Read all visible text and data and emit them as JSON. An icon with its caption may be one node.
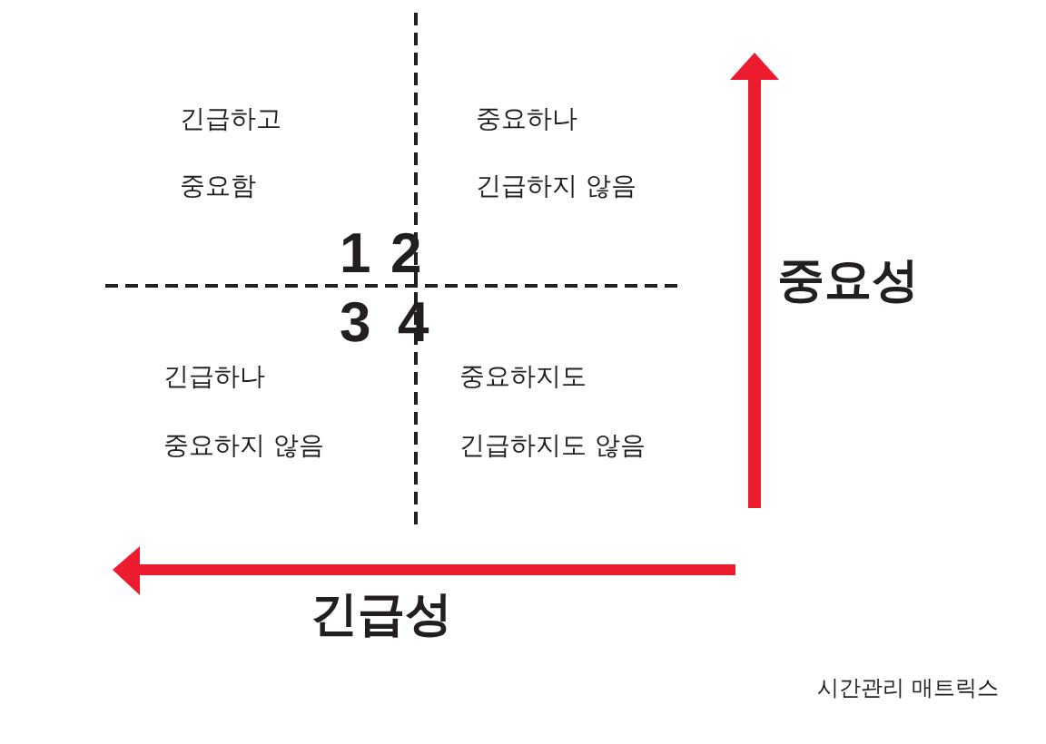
{
  "diagram": {
    "caption": "시간관리 매트릭스",
    "labels": [
      "긴급하고",
      "중요하나",
      "중요함",
      "긴급하지 않음",
      "1",
      "2",
      "중요성",
      "3",
      "4",
      "긴급하나",
      "중요하지도",
      "중요하지 않음",
      "긴급하지도 않음",
      "긴급성"
    ]
  }
}
